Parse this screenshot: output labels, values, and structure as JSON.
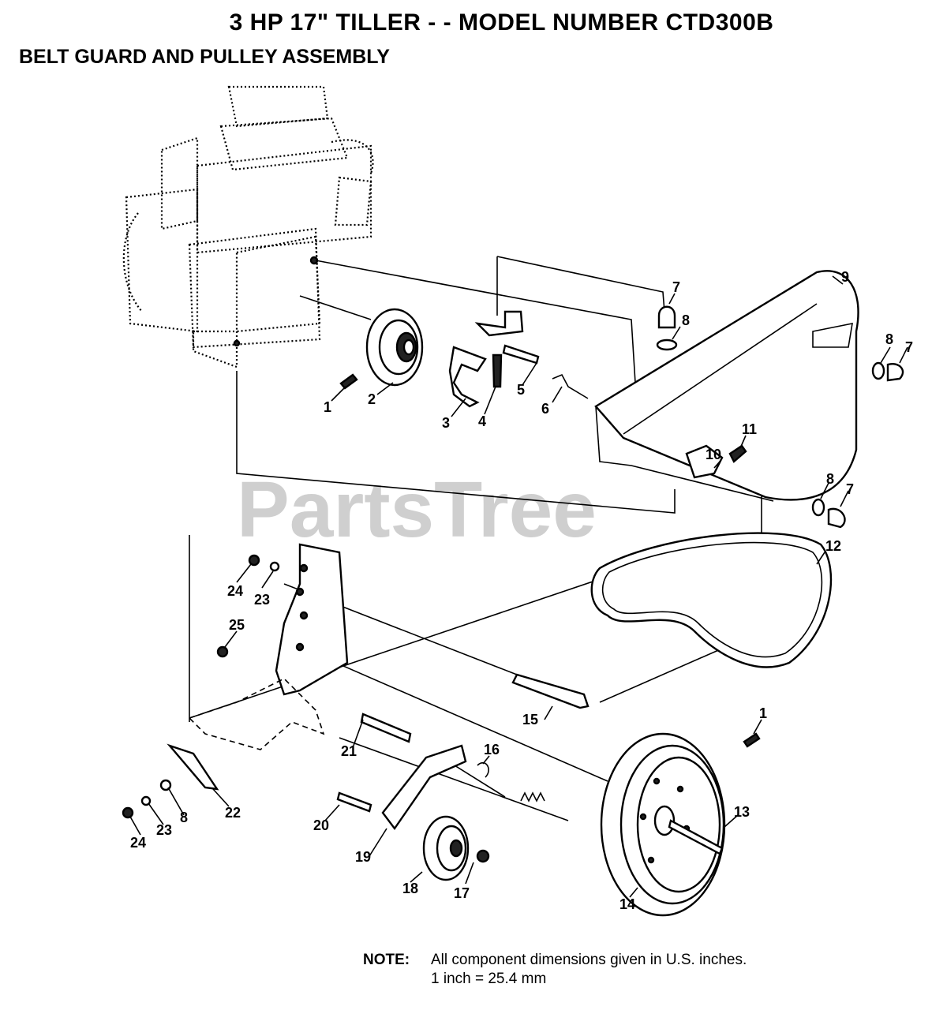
{
  "title": "3 HP 17\" TILLER - - MODEL NUMBER CTD300B",
  "subtitle": "BELT GUARD AND PULLEY ASSEMBLY",
  "watermark": "PartsTree",
  "note": {
    "label": "NOTE:",
    "line1": "All component dimensions given in U.S. inches.",
    "line2": "1 inch = 25.4 mm"
  },
  "callouts": {
    "c1a": "1",
    "c2": "2",
    "c3": "3",
    "c4": "4",
    "c5": "5",
    "c6": "6",
    "c7a": "7",
    "c7b": "7",
    "c7c": "7",
    "c8a": "8",
    "c8b": "8",
    "c8c": "8",
    "c8d": "8",
    "c9": "9",
    "c10": "10",
    "c11": "11",
    "c12": "12",
    "c1b": "1",
    "c13": "13",
    "c14": "14",
    "c15": "15",
    "c16": "16",
    "c17": "17",
    "c18": "18",
    "c19": "19",
    "c20": "20",
    "c21": "21",
    "c22": "22",
    "c23a": "23",
    "c23b": "23",
    "c24a": "24",
    "c24b": "24",
    "c25": "25"
  },
  "colors": {
    "ink": "#000000",
    "watermark": "#bcbcbc",
    "background": "#ffffff"
  }
}
